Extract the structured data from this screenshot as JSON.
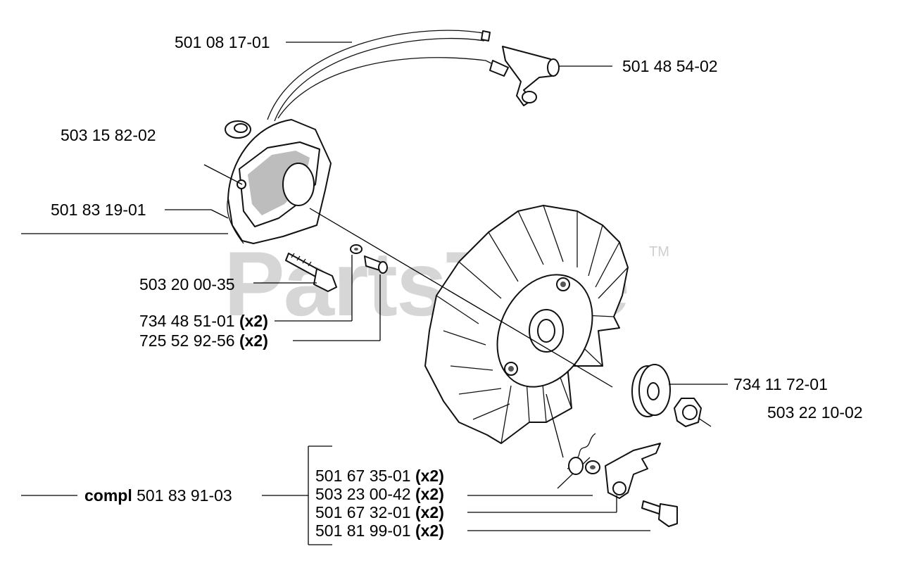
{
  "watermark": {
    "text": "PartsTree",
    "trademark": "TM"
  },
  "labels": {
    "p1": {
      "number": "501 08 17-01"
    },
    "p2": {
      "number": "501 48 54-02"
    },
    "p3": {
      "number": "503 15 82-02"
    },
    "p4": {
      "number": "501 83 19-01"
    },
    "p5": {
      "number": "503 20 00-35"
    },
    "p6": {
      "number": "734 48 51-01",
      "qty": "(x2)"
    },
    "p7": {
      "number": "725 52 92-56",
      "qty": "(x2)"
    },
    "p8": {
      "number": "734 11 72-01"
    },
    "p9": {
      "number": "503 22 10-02"
    },
    "p10": {
      "number": "501 67 35-01",
      "qty": "(x2)"
    },
    "p11": {
      "number": "503 23 00-42",
      "qty": "(x2)"
    },
    "p12": {
      "number": "501 67 32-01",
      "qty": "(x2)"
    },
    "p13": {
      "number": "501 81 99-01",
      "qty": "(x2)"
    },
    "compl": {
      "prefix": "compl",
      "number": "501 83 91-03"
    }
  },
  "colors": {
    "ink": "#000000",
    "watermark": "#d6d6d6",
    "background": "#ffffff"
  }
}
